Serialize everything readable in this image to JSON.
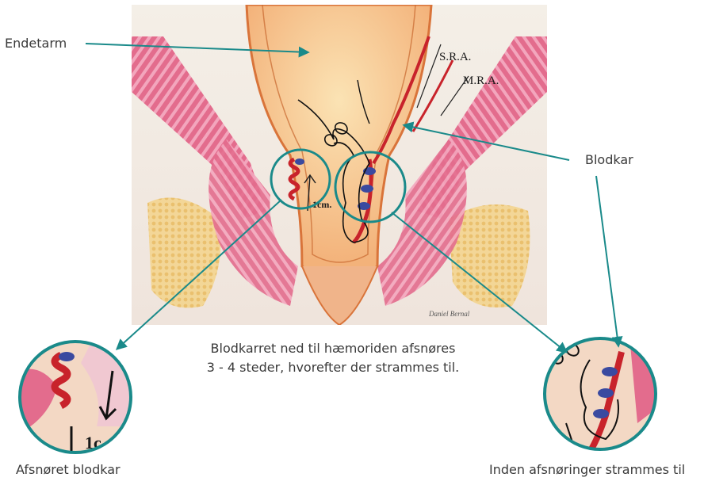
{
  "labels": {
    "rectum": "Endetarm",
    "vessels": "Blodkar",
    "tied_vessel": "Afsnøret blodkar",
    "tightened": "Inden afsnøringer strammes til"
  },
  "caption": {
    "line1": "Blodkarret ned til hæmoriden afsnøres",
    "line2": "3 - 4 steder, hvorefter der strammes til."
  },
  "illustration": {
    "sra": "S.R.A.",
    "mra": "M.R.A.",
    "measure": "1cm.",
    "measure_zoom": "1c",
    "signature": "Daniel Bernal"
  },
  "colors": {
    "accent": "#1a8a8a",
    "muscle": "#e06b8b",
    "wall": "#f1a26a",
    "fat": "#f2c96b"
  }
}
